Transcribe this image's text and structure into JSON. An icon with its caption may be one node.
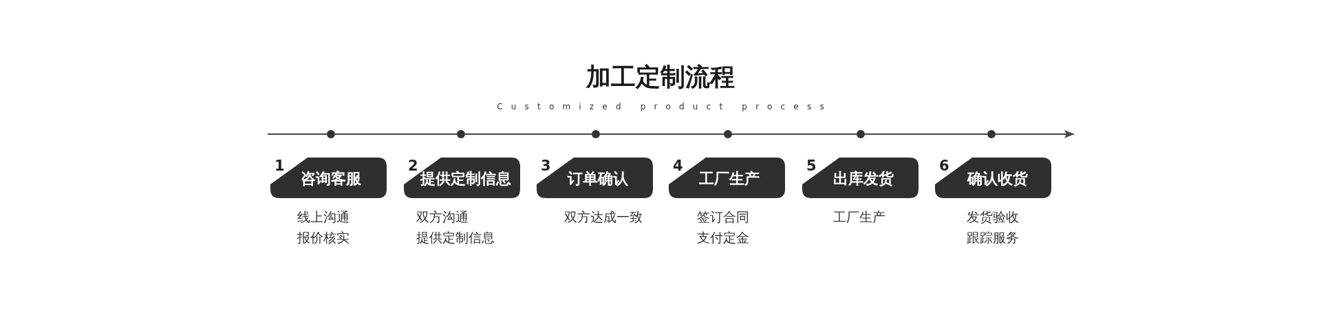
{
  "diagram": {
    "title": "加工定制流程",
    "nodes": [
      {
        "text": [],
        "shape": "circle"
      },
      {
        "text": [],
        "shape": "circle"
      },
      {
        "text": [],
        "shape": "circle"
      },
      {
        "text": [],
        "shape": "circle"
      },
      {
        "text": [],
        "shape": "circle"
      },
      {
        "text": [],
        "shape": "circle"
      },
      {
        "text": [
          "1",
          "咨询客服"
        ],
        "beside": [
          "线上沟通",
          "报价核实"
        ]
      },
      {
        "text": [
          "2",
          "提供定制信息"
        ],
        "beside": [
          "双方沟通",
          "提供定制信息"
        ]
      },
      {
        "text": [
          "3",
          "订单确认"
        ],
        "beside": [
          "双方达成一致"
        ]
      },
      {
        "text": [
          "4",
          "工厂生产"
        ],
        "beside": [
          "签订合同",
          "支付定金"
        ]
      },
      {
        "text": [
          "5",
          "出库发货"
        ],
        "beside": [
          "工厂生产"
        ]
      },
      {
        "text": [
          "6",
          "确认收货"
        ],
        "beside": [
          "发货验收",
          "跟踪服务"
        ]
      }
    ],
    "edges": [
      {
        "from": null,
        "to": 0,
        "arrow": "none"
      },
      {
        "from": 0,
        "to": 1,
        "arrow": "none"
      },
      {
        "from": 1,
        "to": 2,
        "arrow": "none"
      },
      {
        "from": 2,
        "to": 3,
        "arrow": "none"
      },
      {
        "from": 3,
        "to": 4,
        "arrow": "none"
      },
      {
        "from": 4,
        "to": 5,
        "arrow": "none"
      },
      {
        "from": 5,
        "to": null,
        "arrow": "to"
      }
    ],
    "labels": [
      "Customized product process"
    ]
  }
}
